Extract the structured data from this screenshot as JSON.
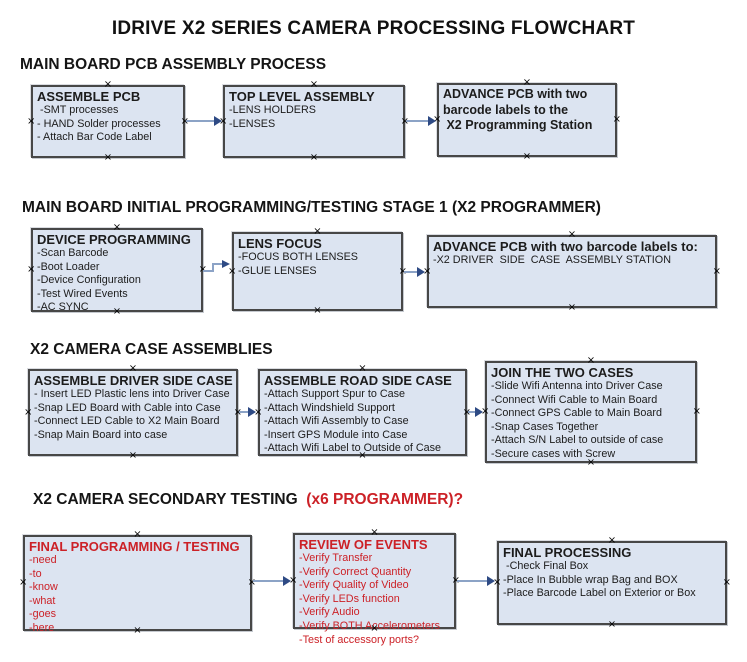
{
  "title": "IDRIVE X2  SERIES CAMERA PROCESSING FLOWCHART",
  "colors": {
    "box_fill": "#dce4f1",
    "box_border": "#474747",
    "red_text": "#cc2127",
    "arrow_line": "#8ca3c6",
    "arrow_head": "#2e4a84",
    "ink": "#1c1c1c"
  },
  "icons": {
    "anchor_mark": "×"
  },
  "sections": [
    {
      "header": "MAIN BOARD PCB ASSEMBLY PROCESS",
      "header_red": "",
      "boxes": [
        {
          "title": "ASSEMBLE PCB",
          "lines": [
            " -SMT processes",
            "- HAND Solder processes",
            "- Attach Bar Code Label"
          ]
        },
        {
          "title": "TOP LEVEL ASSEMBLY",
          "lines": [
            "-LENS HOLDERS",
            "-LENSES"
          ]
        },
        {
          "title": "",
          "lines": [
            "ADVANCE PCB with two",
            "barcode labels to the",
            " X2 Programming Station"
          ]
        }
      ]
    },
    {
      "header": "MAIN BOARD INITIAL PROGRAMMING/TESTING STAGE 1 (X2 PROGRAMMER)",
      "header_red": "",
      "boxes": [
        {
          "title": "DEVICE PROGRAMMING",
          "lines": [
            "-Scan Barcode",
            "-Boot Loader",
            "-Device Configuration",
            "-Test Wired Events",
            "-AC SYNC"
          ]
        },
        {
          "title": "LENS FOCUS",
          "lines": [
            "-FOCUS BOTH LENSES",
            "-GLUE LENSES"
          ]
        },
        {
          "title": "ADVANCE PCB with two barcode labels to:",
          "lines": [
            "-X2 DRIVER  SIDE  CASE  ASSEMBLY STATION"
          ]
        }
      ]
    },
    {
      "header": "X2 CAMERA CASE ASSEMBLIES",
      "header_red": "",
      "boxes": [
        {
          "title": "ASSEMBLE DRIVER SIDE CASE",
          "lines": [
            "- Insert LED Plastic lens into Driver Case",
            "-Snap LED Board with Cable into Case",
            "-Connect LED Cable to X2 Main Board",
            "-Snap Main Board into case"
          ]
        },
        {
          "title": "ASSEMBLE ROAD SIDE CASE",
          "lines": [
            "-Attach Support Spur to Case",
            "-Attach Windshield Support",
            "-Attach Wifi Assembly to Case",
            "-Insert GPS Module into Case",
            "-Attach Wifi Label to Outside of Case"
          ]
        },
        {
          "title": "JOIN THE TWO CASES",
          "lines": [
            "-Slide Wifi Antenna into Driver Case",
            "-Connect Wifi Cable to Main Board",
            "-Connect GPS Cable to Main Board",
            "-Snap Cases Together",
            "-Attach S/N Label to outside of case",
            "-Secure cases with Screw"
          ]
        }
      ]
    },
    {
      "header": "X2 CAMERA SECONDARY TESTING ",
      "header_red": " (x6 PROGRAMMER)?",
      "boxes": [
        {
          "title": "FINAL PROGRAMMING / TESTING",
          "lines": [
            "-need",
            "-to",
            "-know",
            "-what",
            "-goes",
            "-here"
          ]
        },
        {
          "title": "REVIEW OF EVENTS",
          "lines": [
            "-Verify Transfer",
            "-Verify Correct Quantity",
            "-Verify Quality of Video",
            "-Verify LEDs function",
            "-Verify Audio",
            "-Verify BOTH Accelerometers",
            "-Test of accessory ports?"
          ]
        },
        {
          "title": "FINAL PROCESSING",
          "lines": [
            " -Check Final Box",
            "-Place In Bubble wrap Bag and BOX",
            "-Place Barcode Label on Exterior or Box"
          ]
        }
      ]
    }
  ]
}
